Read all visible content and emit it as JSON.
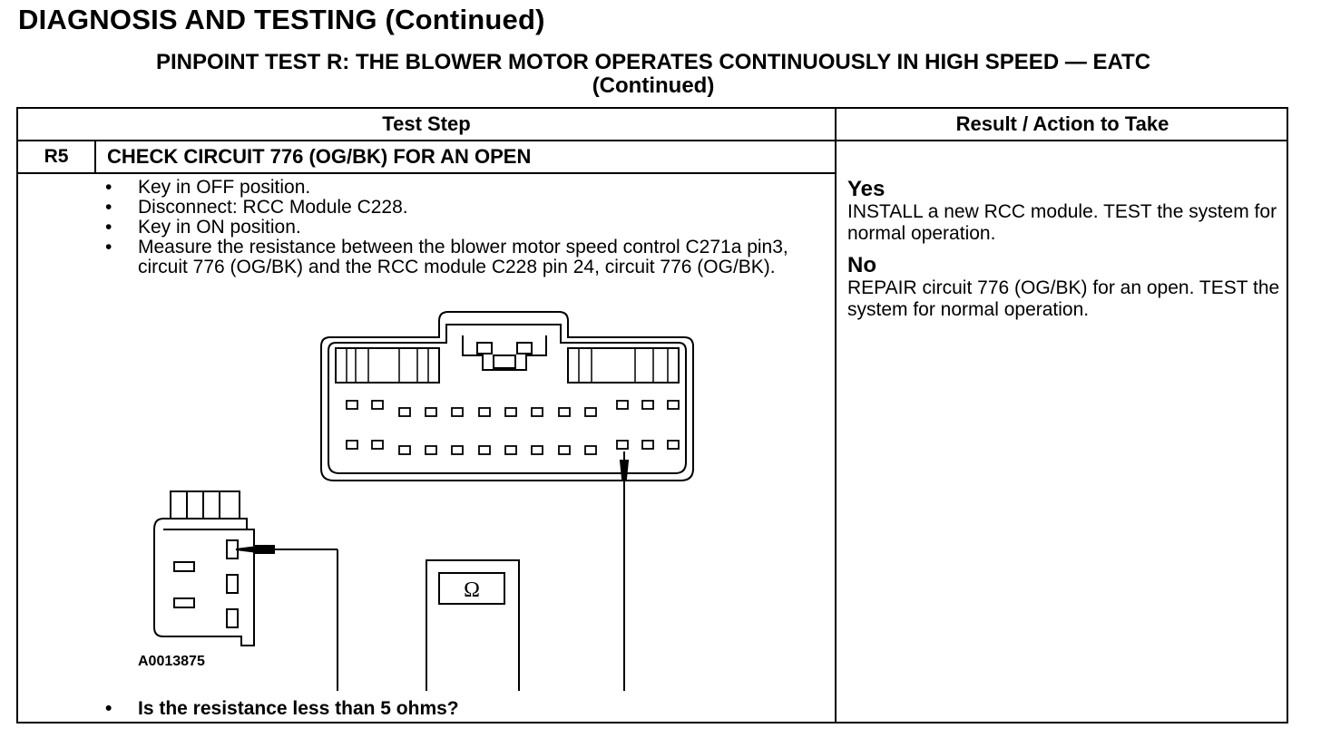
{
  "header": {
    "title": "DIAGNOSIS AND TESTING (Continued)",
    "subtitle_line1": "PINPOINT TEST R: THE BLOWER MOTOR OPERATES CONTINUOUSLY IN HIGH SPEED — EATC",
    "subtitle_line2": "(Continued)"
  },
  "table": {
    "col_step": "Test Step",
    "col_result": "Result / Action to Take",
    "step_id": "R5",
    "step_title": "CHECK CIRCUIT 776 (OG/BK) FOR AN OPEN",
    "bullet": "•",
    "steps": [
      "Key in OFF position.",
      "Disconnect: RCC Module C228.",
      "Key in ON position.",
      "Measure the resistance between the blower motor speed control C271a pin3, circuit 776 (OG/BK) and the RCC module C228 pin 24, circuit 776 (OG/BK)."
    ],
    "question": "Is the resistance less than 5 ohms?",
    "figure_id": "A0013875",
    "meter_symbol": "Ω",
    "plus_symbol": "+",
    "minus_symbol": "−",
    "results": {
      "yes_label": "Yes",
      "yes_text": "INSTALL a new RCC module. TEST the system for normal operation.",
      "no_label": "No",
      "no_text": "REPAIR circuit 776 (OG/BK) for an open. TEST the system for normal operation."
    }
  }
}
